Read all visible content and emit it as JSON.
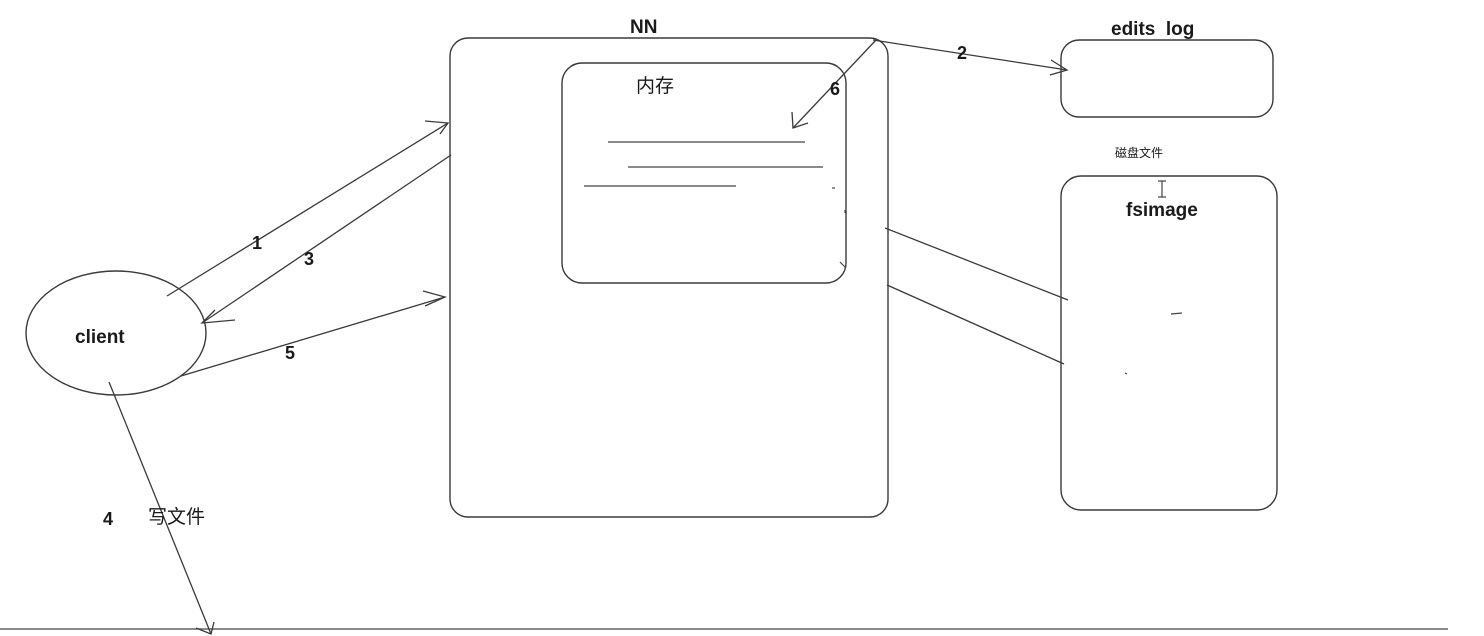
{
  "labels": {
    "nn": "NN",
    "memory": "内存",
    "edits_log": "edits  log",
    "disk_file": "磁盘文件",
    "fsimage": "fsimage",
    "client": "client",
    "write_file": "写文件"
  },
  "steps": {
    "s1": "1",
    "s2": "2",
    "s3": "3",
    "s4": "4",
    "s5": "5",
    "s6": "6"
  }
}
